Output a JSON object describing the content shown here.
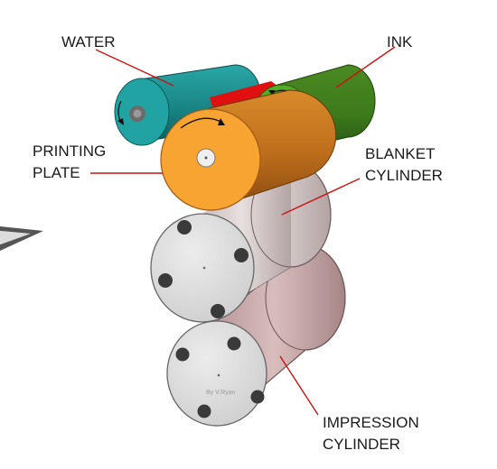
{
  "labels": {
    "water": "WATER",
    "ink": "INK",
    "printing_plate": [
      "PRINTING",
      "PLATE"
    ],
    "blanket_cylinder": [
      "BLANKET",
      "CYLINDER"
    ],
    "impression_cylinder": [
      "IMPRESSION",
      "CYLINDER"
    ]
  },
  "credit": "By V.Ryan",
  "colors": {
    "water_roller": "#1f9191",
    "ink_roller": "#4f9a2a",
    "printing_plate": "#f5a02a",
    "blanket_cylinder": "#e7dddd",
    "impression_cylinder": "#d9b8b8",
    "leader_lines": "#cc1111",
    "ink_film": "#e01010"
  }
}
